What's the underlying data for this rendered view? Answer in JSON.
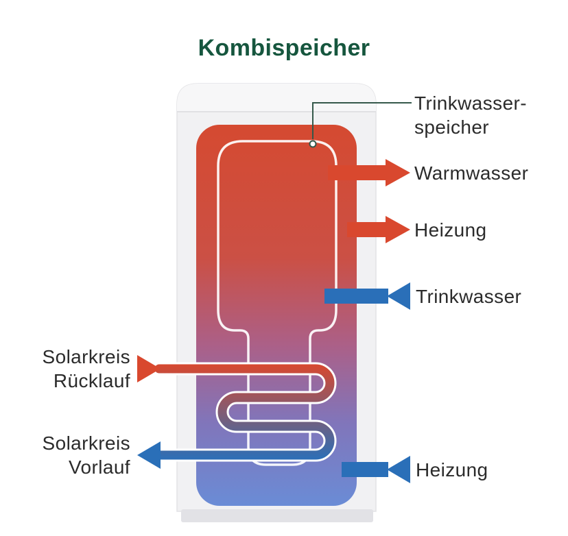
{
  "title": "Kombispeicher",
  "colors": {
    "title": "#16563e",
    "label": "#2b2b2b",
    "hot": "#d9482e",
    "cold": "#2a6fb8",
    "shell": "#f1f1f3",
    "cap": "#f7f7f8",
    "base": "#e2e2e6",
    "grad_top": "#d54a31",
    "grad_mid_red": "#cb5045",
    "grad_mid": "#ab6088",
    "grad_mid_blue": "#8175ba",
    "grad_bottom": "#6a8cd6",
    "inner_outline": "#ffffff",
    "coil_outline": "#ffffff",
    "pointer": "#34584a"
  },
  "labels": {
    "inner_tank_line1": "Trinkwasser-",
    "inner_tank_line2": "speicher",
    "warm_water": "Warmwasser",
    "heating_supply": "Heizung",
    "drinking_water": "Trinkwasser",
    "solar_return_line1": "Solarkreis",
    "solar_return_line2": "Rücklauf",
    "solar_supply_line1": "Solarkreis",
    "solar_supply_line2": "Vorlauf",
    "heating_return": "Heizung"
  }
}
